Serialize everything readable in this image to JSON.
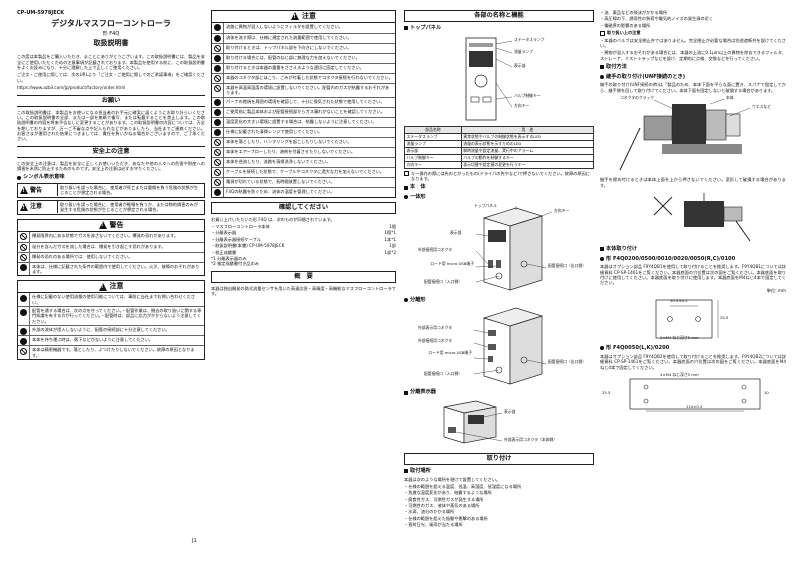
{
  "doc_number": "CP-UM-5978JECK",
  "title": "デジタルマスフローコントローラ",
  "subtitle": "形 F4Q",
  "manual_label": "取扱説明書",
  "intro": [
    "この度は本製品をご購入いただき、まことにありがとうございます。この取扱説明書には、製品を安全にご使用いただくための注意事項が記載されております。本製品を使用する前に、この取扱説明書をよくお読みになり、十分に理解した上で正しくご使用ください。",
    "ご注文・ご使用に際しては、次のURLより「ご注文・ご使用に際してのご承諾事項」をご確認ください。"
  ],
  "url": "https://www.azbil.com/jp/product/factory/order.html",
  "onegai": {
    "heading": "お願い",
    "text": "この取扱説明書は、本製品をお使いになる担当者のお手元に確実に届くようにお取り計らいください。この取扱説明書の全部、または一部を無断で複写、または転載することを禁止します。この取扱説明書の内容を将来予告なしに変更することがあります。この取扱説明書の内容については、万全を期しておりますが、万一ご不審な点や記入もれなどがありましたら、当社までご連絡ください。お客さまが運用された結果につきましては、責任を負いかねる場合がございますので、ご了承ください。"
  },
  "safety": {
    "heading": "安全上の注意",
    "text": "この安全上の注意は、製品を安全に正しくお使いいただき、あなたや他の人々への危害や財産への損害を未然に防止するためのものです。安全上の注意は必ずお守りください。",
    "symbols_heading": "シンボル表示意味",
    "warning_label": "警告",
    "warning_desc": "取り扱いを誤った場合に、使用者が死亡または重傷を負う危険の状態が生じることが想定される場合。",
    "caution_label": "注意",
    "caution_desc": "取り扱いを誤った場合に、使用者が軽傷を負うか、または物的損害のみが発生する危険の状態が生じることが想定される場合。"
  },
  "warning_section": {
    "heading": "警告",
    "items": [
      "爆発限界内にある状態でガスを流さないでください。爆発の恐れがあります。",
      "溢分を含んだガスを流した場合は、爆発を引き起こす恐れがあります。",
      "爆発の恐れのある場所では、使用しないでください。",
      "本体は、仕様に記載された条件の範囲内で使用してください。火災、故障のおそれがあります。"
    ]
  },
  "caution_left": {
    "heading": "注意",
    "items": [
      "仕様に記載のない使用流量の使用可能については、事前に当社までお問い合わせください。",
      "配管を通する場合は、次の点を守ってください。・配管作業は、撤去の取り扱いに関する専門知識を有する方が行ってください。・配管時は、部品に応力がかからないよう注意してください。",
      "外部の流体が侵入しないように、配管の接続部に十分注意してください。",
      "本体を持ち運ぶ時は、落下などがないように注意してください。",
      "本体は精密機器です。落としたり、ぶつけたりしないでください。故障の原因となります。"
    ]
  },
  "caution_right": {
    "heading": "注意",
    "items": [
      "流路に異物が混入しないようにフィルタを設置してください。",
      "流体を流す際は、仕様に規定された流量範囲で使用してください。",
      "取り付けるときは、トップパネル部を下向きにしないでください。",
      "取り付ける場合には、配管のねじ部に無理な力を加えないでください。",
      "取り付けるときは本器の重量をささえるような適切に固定してください。",
      "本器のコネクタ部にほこり、ごみが付着した状態でコネクタ接続を行わないでください。",
      "本器を高温高湿度の環境に設置しないでください。配管内のガスが結露するおそれがあります。",
      "パーナの燃焼を周囲の環境を確認して、十分に換気された状態で使用してください。",
      "ご使用前に製品本体および配管接続部からガス漏れがないことを確認してください。",
      "温度変化の大きい環境に設置する場合は、結露しないように注意してください。",
      "仕様に記載された清掃レンジで使用してください。",
      "本体を落としたり、ハンマリングを起こしたりしないでください。",
      "本体をエアーブローしたり、溶剤を付着させたりしないでください。",
      "本体を逆流したり、流路を清掃洗浄しないでください。",
      "ケーブルを接続した状態で、ケーブルやコネクタに過大な力を加えないでください。",
      "電源が切れている状態で、長時間放置しないでください。",
      "F4Qの結露を防ぐため、流体の温度を管理してください。"
    ]
  },
  "confirm": {
    "heading": "確認してください",
    "text": "お買い上げいただいた形 F4Q は、次のものが同梱されています。",
    "items": [
      {
        "name": "・マスフローコントローラ本体",
        "qty": "1個"
      },
      {
        "name": "・分離表示器",
        "qty": "1個*1"
      },
      {
        "name": "・分離表示器接続ケーブル",
        "qty": "1本*1"
      },
      {
        "name": "・取扱説明書(本書)  CP-UM-5978JECK",
        "qty": "1部"
      },
      {
        "name": "・校正成績書",
        "qty": "1部*2"
      }
    ],
    "notes": [
      "*1  分離表示器のみ",
      "*2  検定成績書付き品のみ"
    ]
  },
  "overview": {
    "heading": "概　要",
    "text": "本器は独自開発の熱式流量センサを用いた高速応答・高精度・高機能なマスフローコントローラです。"
  },
  "names": {
    "heading": "各部の名称と機能",
    "top_panel": "トップパネル",
    "top_labels": [
      "ステータスランプ",
      "流量ランプ",
      "表示部",
      "バルブ制御キー",
      "方向キー"
    ],
    "table_headers": [
      "部品名称",
      "用　途"
    ],
    "table_rows": [
      [
        "ステータスランプ",
        "異常状態やバルブの制御状態を表示するLED"
      ],
      [
        "流量ランプ",
        "流量の表示状態を示すためのLED"
      ],
      [
        "表示部",
        "瞬時流量や設定流量、実行中のアラーム"
      ],
      [
        "バルブ制御キー",
        "バルブの動作を制御するキー"
      ],
      [
        "方向キー",
        "表示切替や設定値の変更を行うキー"
      ]
    ],
    "note": "キー操作の際には先のとがったもの(ドライバの先やなど)で押さないでください。故障の原因になります。",
    "body_heading": "本　体",
    "integrated": "一体形",
    "integrated_labels": [
      "トップパネル",
      "表示部",
      "外部接続用コネクタ",
      "ロード用 micro USB端子",
      "配管接続口（入口側）",
      "配管接続口（出口側）",
      "方向キー"
    ],
    "separate": "分離形",
    "separate_labels": [
      "外部表示用コネクタ",
      "外部接続用コネクタ",
      "ロード用 micro USB端子",
      "配管接続口（入口側）",
      "配管接続口（出口側）"
    ],
    "display_heading": "分離表示器",
    "display_labels": [
      "表示部",
      "外部表示用コネクタ（本体側）"
    ]
  },
  "mounting": {
    "heading": "取り付け",
    "place_heading": "取付場所",
    "place_text": "本器は次のような場所を避けて設置してください。",
    "places": [
      "・仕様の範囲を超える温度、低温、高湿度、低湿度になる場所",
      "・急激な温度変化があり、結露するような場所",
      "・腐食性ガス、可燃性ガスが発生する場所",
      "・可燃性のガス、液体や蒸気のある場所",
      "・水滴、油分のかかる場所",
      "・仕様の範囲を超えた振動や衝撃のある場所",
      "・直射日光、風雨が当たる場所"
    ],
    "places_cont": [
      "・油、薬品などの飛沫がかかる場所",
      "・高圧線の下、誘導性の負荷や電気的ノイズの発生源の近く",
      "・電磁界の影響のある場所"
    ],
    "handling_heading": "取り扱い上の注意",
    "handling": [
      "・本器のバルブは安全閉止弁ではありません。完全閉止が必要な場合は別途遮断弁を設けてください。",
      "・異物が混入するおそれがある場合には、本器の上流に0.1μm以上の異物を除去できるフィルタ、ストレーナ、ミストトラップなどを設け、定期的に点検、交換などを行ってください。"
    ]
  },
  "install": {
    "heading": "取付方法",
    "flat_heading": "継手の取り付け(UNF接続のとき)",
    "flat_text": "継手の取り付け(UNF接続の時)は「製品のため、本体下面を平らな面に置き、スパナで固定してから、継手側を回して取り付けてください。本体下面を固定しないと破損する場合があります。",
    "flat_labels": [
      "コネクタのクラック",
      "本体",
      "ウエスなど"
    ],
    "cross_note": "継手を締め付けるときは本体上面を上から押さないでください。変形して破損する場合があります。"
  },
  "body_mount": {
    "heading": "本体取り付け",
    "model_a": "形 F4Q0200/0500/0010/0020/0050(R,C)/0100",
    "model_a_text": "本器はオプション部品 F9Y4QB1を使用して取り付けることを推奨します。F9Y4QB1については詳細資料 CP-SP-1461をご覧ください。本器底面の穴位置は次の図をご覧ください。本器底面を取り付けに使用してください。本器底面を取り付けに使用します。本器底面をM4ねじ4本で固定してください。",
    "unit": "単位: mm",
    "dims_a": [
      "30.4±0.2",
      "25.5",
      "2×M4 ねじ深さ5 mm"
    ],
    "model_b": "形 F4Q0050(L,K)/0200",
    "model_b_text": "本器はオプション部品 F9Y4QB2を使用して取り付けることを推奨します。F9Y4QB2については詳細資料 CP-SP-1461をご覧ください。本器底面の穴位置は次の図をご覧ください。本器底面をM4ねじ4本で固定してください。",
    "dims_b": [
      "4×M4 ねじ深さ5 mm",
      "110±0.2",
      "25.5",
      "10"
    ]
  },
  "page_number": "J1"
}
